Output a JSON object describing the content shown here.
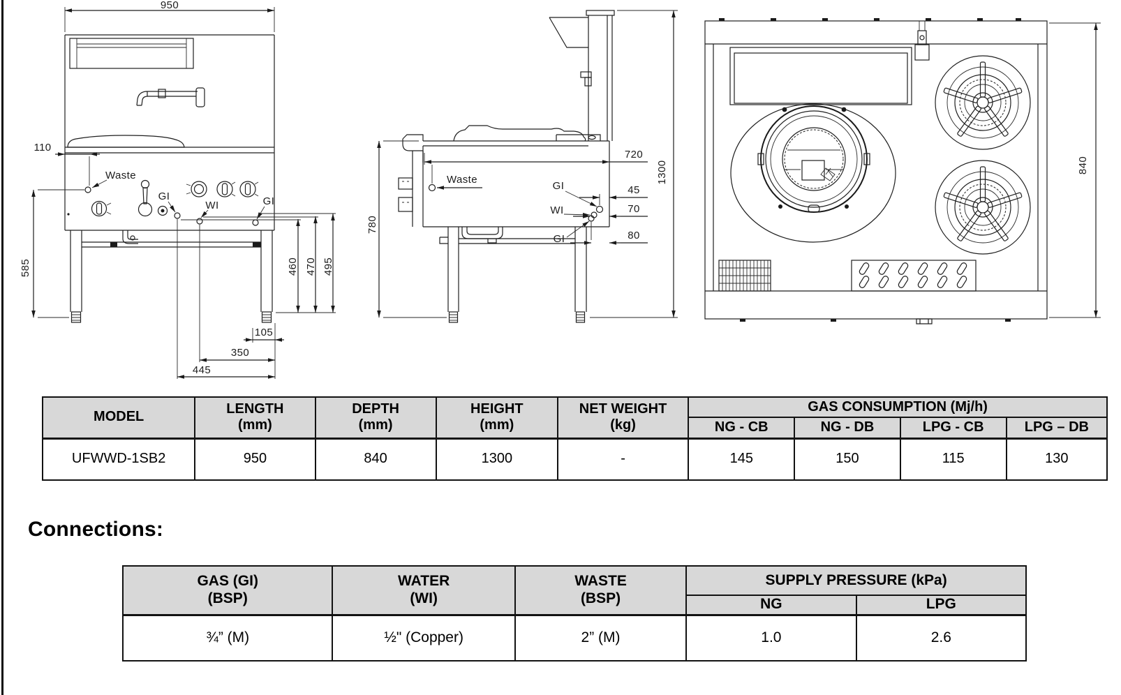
{
  "colors": {
    "table_header_bg": "#d8d8d8",
    "drawing_line": "#1f1f1f",
    "page_edge": "#0a0a0a"
  },
  "front_view": {
    "dim_width": "950",
    "dim_waste_offset": "110",
    "dim_waste_height": "585",
    "label_waste": "Waste",
    "label_gi_left": "GI",
    "label_wi": "WI",
    "label_gi_right": "GI",
    "dim_height_460": "460",
    "dim_height_470": "470",
    "dim_height_495": "495",
    "dim_105": "105",
    "dim_350": "350",
    "dim_445": "445"
  },
  "side_view": {
    "label_waste": "Waste",
    "dim_top_depth": "720",
    "dim_total_height": "1300",
    "dim_bench_height": "780",
    "label_gi_top": "GI",
    "dim_gi_top_offset": "45",
    "label_wi": "WI",
    "dim_wi_offset": "70",
    "label_gi_bottom": "GI",
    "dim_gi_bottom_offset": "80"
  },
  "plan_view": {
    "dim_depth": "840"
  },
  "spec_table": {
    "header": {
      "model": "MODEL",
      "length_line1": "LENGTH",
      "length_line2": "(mm)",
      "depth_line1": "DEPTH",
      "depth_line2": "(mm)",
      "height_line1": "HEIGHT",
      "height_line2": "(mm)",
      "weight_line1": "NET WEIGHT",
      "weight_line2": "(kg)",
      "gas": "GAS CONSUMPTION (Mj/h)",
      "ng_cb": "NG - CB",
      "ng_db": "NG - DB",
      "lpg_cb": "LPG - CB",
      "lpg_db": "LPG – DB"
    },
    "row": {
      "model": "UFWWD-1SB2",
      "length": "950",
      "depth": "840",
      "height": "1300",
      "weight": "-",
      "ng_cb": "145",
      "ng_db": "150",
      "lpg_cb": "115",
      "lpg_db": "130"
    }
  },
  "connections": {
    "heading": "Connections:",
    "header": {
      "gas_line1": "GAS (GI)",
      "gas_line2": "(BSP)",
      "water_line1": "WATER",
      "water_line2": "(WI)",
      "waste_line1": "WASTE",
      "waste_line2": "(BSP)",
      "supply": "SUPPLY PRESSURE (kPa)",
      "ng": "NG",
      "lpg": "LPG"
    },
    "row": {
      "gas": "¾” (M)",
      "water": "½\" (Copper)",
      "waste": "2” (M)",
      "ng": "1.0",
      "lpg": "2.6"
    }
  }
}
